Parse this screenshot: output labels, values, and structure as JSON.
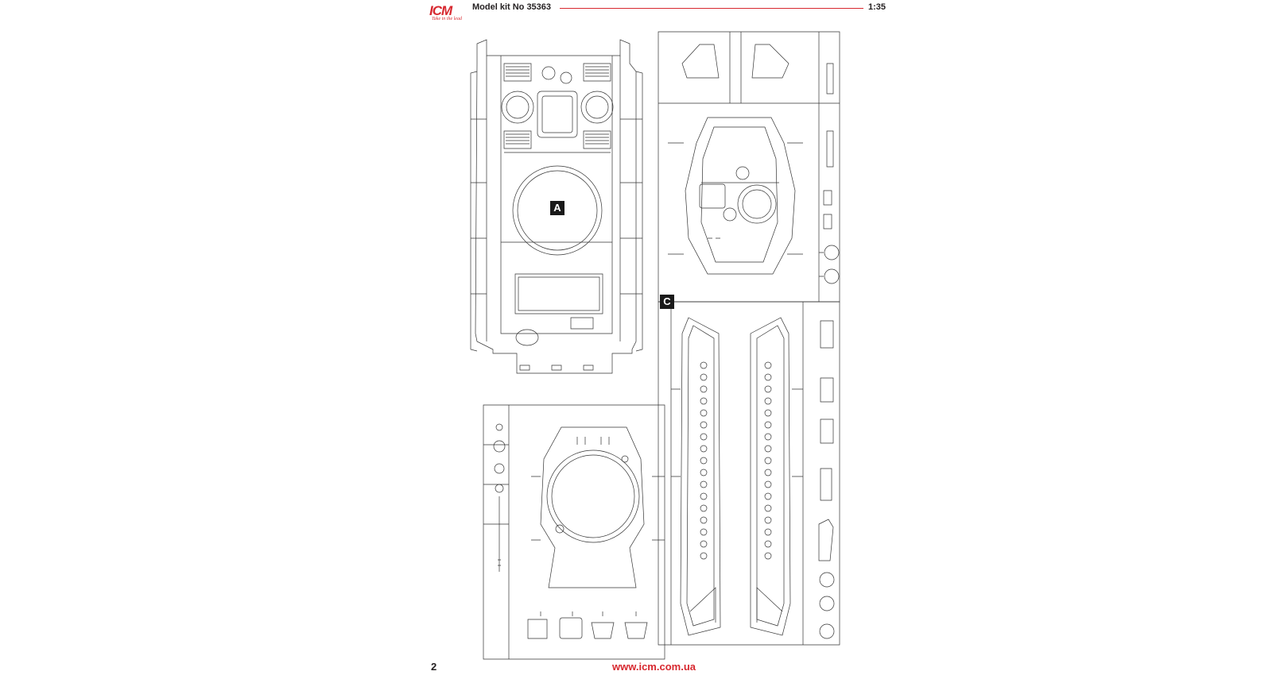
{
  "header": {
    "logo_text": "ICM",
    "logo_tagline": "Take in the lead",
    "kit_label": "Model kit No 35363",
    "scale": "1:35",
    "accent_color": "#d7282f"
  },
  "sprues": {
    "a_label": "A",
    "c_label": "C"
  },
  "footer": {
    "page_number": "2",
    "website": "www.icm.com.ua"
  }
}
